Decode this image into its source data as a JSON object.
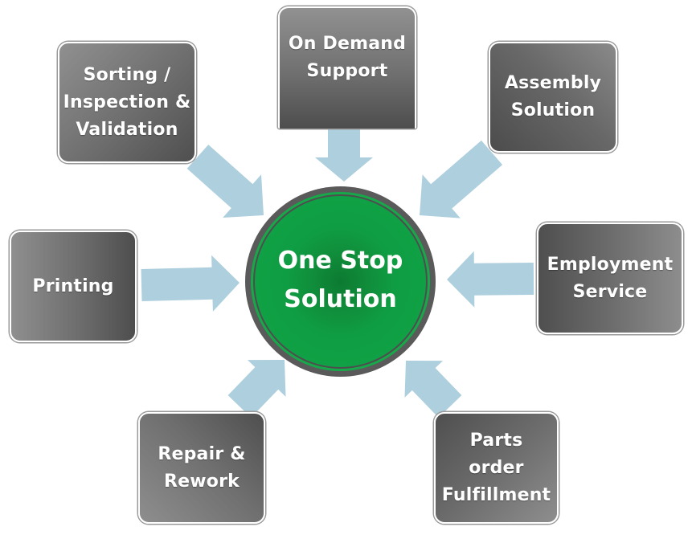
{
  "diagram": {
    "type": "hub-and-spoke",
    "colors": {
      "background": "#ffffff",
      "arrow": "#aecfdd",
      "hub_fill": "#10a447",
      "hub_ring": "#5a5a5a",
      "box_light": "#909090",
      "box_dark": "#4e4e4e",
      "text": "#ffffff"
    },
    "hub": {
      "label": "One Stop\nSolution"
    },
    "nodes": [
      {
        "id": "sorting",
        "label": "Sorting /\nInspection &\nValidation",
        "position": "top-left"
      },
      {
        "id": "ondemand",
        "label": "On Demand\nSupport",
        "position": "top"
      },
      {
        "id": "assembly",
        "label": "Assembly\nSolution",
        "position": "top-right"
      },
      {
        "id": "printing",
        "label": "Printing",
        "position": "left"
      },
      {
        "id": "employment",
        "label": "Employment\nService",
        "position": "right"
      },
      {
        "id": "repair",
        "label": "Repair &\nRework",
        "position": "bottom-left"
      },
      {
        "id": "parts",
        "label": "Parts\norder\nFulfillment",
        "position": "bottom-right"
      }
    ],
    "edges": [
      {
        "from": "sorting",
        "to": "hub",
        "icon": "arrow-icon"
      },
      {
        "from": "ondemand",
        "to": "hub",
        "icon": "arrow-icon"
      },
      {
        "from": "assembly",
        "to": "hub",
        "icon": "arrow-icon"
      },
      {
        "from": "printing",
        "to": "hub",
        "icon": "arrow-icon"
      },
      {
        "from": "employment",
        "to": "hub",
        "icon": "arrow-icon"
      },
      {
        "from": "repair",
        "to": "hub",
        "icon": "arrow-icon"
      },
      {
        "from": "parts",
        "to": "hub",
        "icon": "arrow-icon"
      }
    ]
  }
}
